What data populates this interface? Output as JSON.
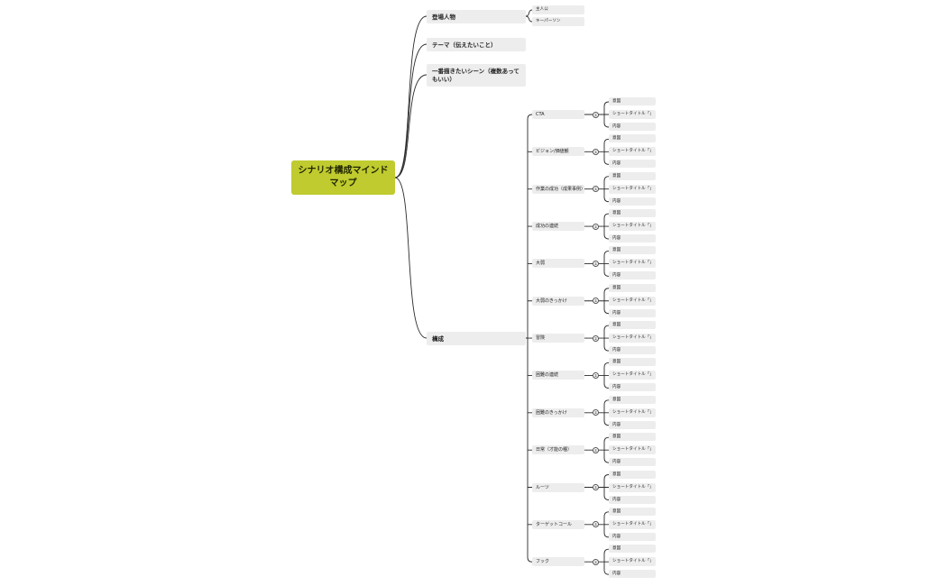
{
  "root": {
    "label": "シナリオ構成マインドマップ"
  },
  "branches": [
    {
      "label": "登場人物",
      "children": [
        "主人公",
        "キーパーソン"
      ]
    },
    {
      "label": "テーマ（伝えたいこと）",
      "children": []
    },
    {
      "label": "一番描きたいシーン（複数あってもいい）",
      "children": []
    },
    {
      "label": "構成"
    }
  ],
  "section_item_labels": {
    "marker": "①",
    "intent": "意図",
    "short_title": "ショートタイトル「」",
    "content": "内容"
  },
  "sections": [
    "CTA",
    "ビジョン/価値観",
    "作業の成功（成果事例）",
    "成功の連続",
    "大弱",
    "大弱のきっかけ",
    "冒険",
    "困難の連続",
    "困難のきっかけ",
    "日常（才能の種）",
    "ルーツ",
    "ターゲットコール",
    "フック"
  ],
  "colors": {
    "root_fill": "#bfcb2e",
    "node_fill": "#ededed",
    "line": "#2b2b2b"
  }
}
